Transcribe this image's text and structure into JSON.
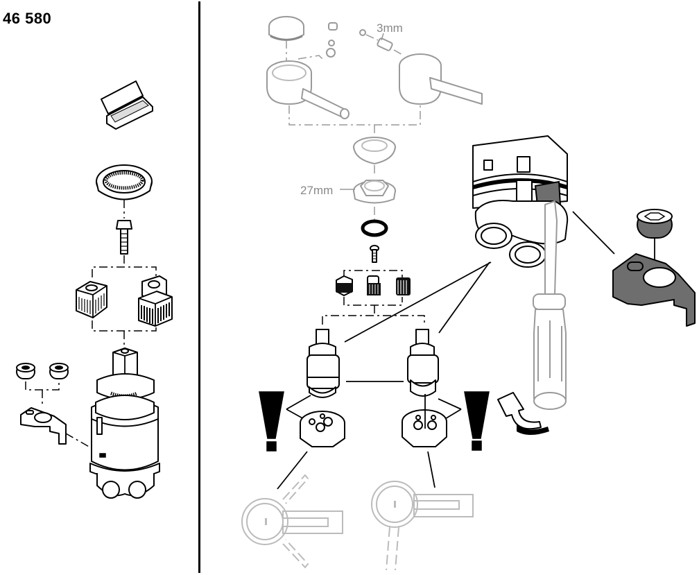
{
  "header": {
    "part_number": "46 580"
  },
  "labels": {
    "screw_size": "3mm",
    "nut_size": "27mm"
  },
  "warnings": {
    "left_symbol": "!",
    "right_symbol": "!"
  },
  "colors": {
    "line": "#000000",
    "faded_line": "#999999",
    "dark_fill": "#6e6e6e",
    "background": "#ffffff"
  },
  "parts": {
    "left_panel": [
      "grease-box",
      "retaining-ring",
      "screw",
      "square-adapter",
      "splined-adapter",
      "cartridge",
      "limit-stops",
      "limit-stop-clip"
    ],
    "right_panel": [
      "cap",
      "lever-handle-round",
      "lever-handle-flat",
      "set-screw",
      "cover-sleeve",
      "hex-nut",
      "seal-ring",
      "small-screw",
      "adapters",
      "cartridge-a",
      "cartridge-b",
      "port-base-a",
      "port-base-b",
      "cartridge-detail",
      "screwdriver",
      "rotation-arrow",
      "limit-stop-detail",
      "handle-position-a",
      "handle-position-b"
    ]
  }
}
